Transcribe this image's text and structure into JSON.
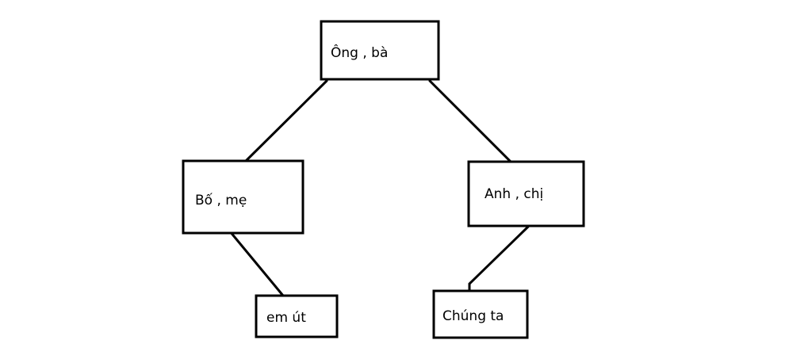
{
  "diagram": {
    "nodes": {
      "grandparents": "Ông , bà",
      "parents": "Bố , mẹ",
      "siblings": "Anh , chị",
      "youngest": "em út",
      "us": "Chúng ta"
    },
    "stroke_color": "#000000",
    "background_color": "#ffffff"
  }
}
